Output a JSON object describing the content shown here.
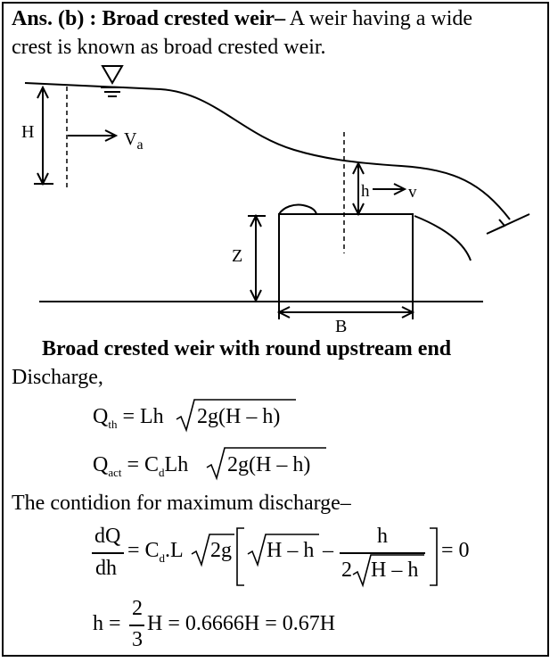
{
  "header": {
    "ans_label": "Ans. (b) : Broad  crested weir–",
    "def_line1": " A weir having a wide",
    "def_line2": "crest is known as broad crested weir."
  },
  "diagram": {
    "label_H": "H",
    "label_Va_main": "V",
    "label_Va_sub": "a",
    "label_h": "h",
    "label_v": "v",
    "label_Z": "Z",
    "label_B": "B"
  },
  "caption": "Broad crested weir with round upstream end",
  "discharge_label": "Discharge,",
  "eq_qth": {
    "lhs": "Q",
    "lhs_sub": "th",
    "rhs_pre": " = Lh",
    "radicand": "2g(H – h)"
  },
  "eq_qact": {
    "lhs": "Q",
    "lhs_sub": "act",
    "rhs_pre": " = C",
    "cd_sub": "d",
    "rhs_mid": "Lh",
    "radicand": "2g(H – h)"
  },
  "condition_text": "The contidion for maximum discharge–",
  "eq_deriv": {
    "num": "dQ",
    "den": "dh",
    "eq": "= C",
    "cd_sub": "d",
    "mid": ".L",
    "rad1": "2g",
    "rad2": "H – h",
    "minus": "–",
    "frac_num": "h",
    "frac_den_pre": "2",
    "frac_den_rad": "H – h",
    "result": "= 0"
  },
  "eq_result": {
    "lhs": "h =",
    "frac_num": "2",
    "frac_den": "3",
    "rhs": "H = 0.6666H = 0.67H"
  }
}
